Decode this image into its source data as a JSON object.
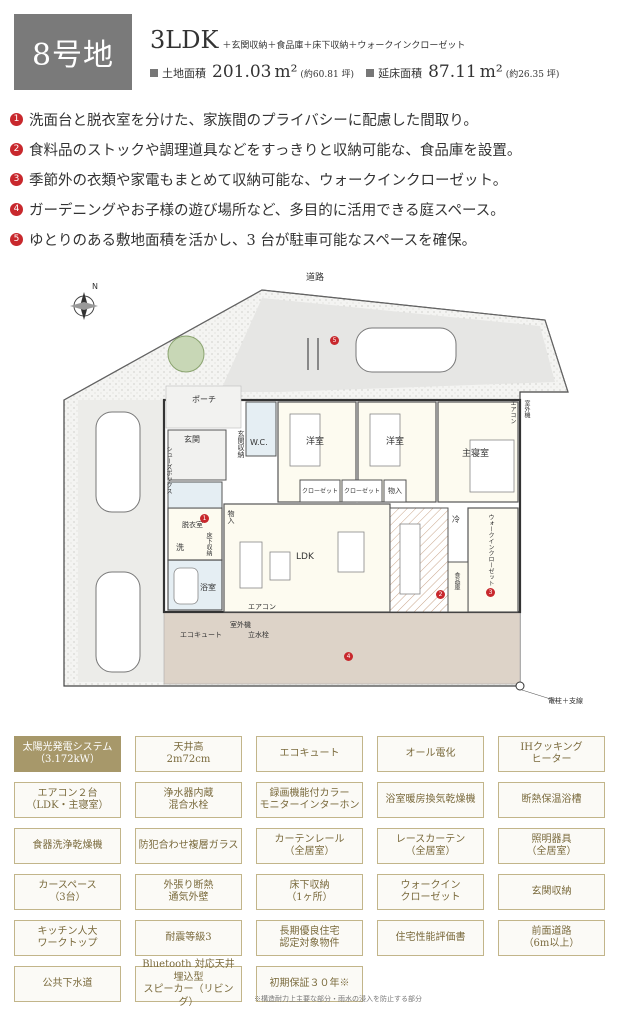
{
  "header": {
    "lot": "8号地",
    "layout": "3LDK",
    "layout_extra": "＋玄関収納＋食品庫＋床下収納＋ウォークインクローゼット",
    "land_label": "土地面積",
    "land_value": "201.03",
    "land_unit": "m²",
    "land_tsubo": "(約60.81 坪)",
    "floor_label": "延床面積",
    "floor_value": "87.11",
    "floor_unit": "m²",
    "floor_tsubo": "(約26.35 坪)"
  },
  "features": [
    {
      "num": "1",
      "text": "洗面台と脱衣室を分けた、家族間のプライバシーに配慮した間取り。"
    },
    {
      "num": "2",
      "text": "食料品のストックや調理道具などをすっきりと収納可能な、食品庫を設置。"
    },
    {
      "num": "3",
      "text": "季節外の衣類や家電もまとめて収納可能な、ウォークインクローゼット。"
    },
    {
      "num": "4",
      "text": "ガーデニングやお子様の遊び場所など、多目的に活用できる庭スペース。"
    },
    {
      "num": "5",
      "text": "ゆとりのある敷地面積を活かし、3 台が駐車可能なスペースを確保。"
    }
  ],
  "plan": {
    "road": "道路",
    "north": "N",
    "porch": "ポーチ",
    "entrance": "玄関",
    "entrance_storage": "玄関収納",
    "wc": "W.C.",
    "shoe_box": "シューズボックス",
    "western1": "洋室",
    "western2": "洋室",
    "master": "主寝室",
    "closet1": "クローゼット",
    "closet2": "クローゼット",
    "storage1": "物入",
    "storage2": "物入",
    "aircon1": "エアコン",
    "aircon2": "エアコン",
    "outdoor_unit1": "室外機",
    "outdoor_unit2": "室外機",
    "dressing": "脱衣室",
    "wash": "洗",
    "underfloor": "床下収納",
    "bath": "浴室",
    "ldk": "LDK",
    "pantry": "食品庫",
    "fridge": "冷",
    "wic": "ウォークインクローゼット",
    "ecocute": "エコキュート",
    "faucet": "立水栓",
    "pole": "電柱＋支線",
    "markers": [
      "1",
      "2",
      "3",
      "4",
      "5"
    ]
  },
  "specs": [
    {
      "label": "太陽光発電システム\n（3.172kW）",
      "highlight": true
    },
    {
      "label": "天井高\n2m72cm",
      "highlight": false
    },
    {
      "label": "エコキュート",
      "highlight": false
    },
    {
      "label": "オール電化",
      "highlight": false
    },
    {
      "label": "IHクッキング\nヒーター",
      "highlight": false
    },
    {
      "label": "エアコン２台\n（LDK・主寝室）",
      "highlight": false
    },
    {
      "label": "浄水器内蔵\n混合水栓",
      "highlight": false
    },
    {
      "label": "録画機能付カラー\nモニターインターホン",
      "highlight": false
    },
    {
      "label": "浴室暖房換気乾燥機",
      "highlight": false
    },
    {
      "label": "断熱保温浴槽",
      "highlight": false
    },
    {
      "label": "食器洗浄乾燥機",
      "highlight": false
    },
    {
      "label": "防犯合わせ複層ガラス",
      "highlight": false
    },
    {
      "label": "カーテンレール\n（全居室）",
      "highlight": false
    },
    {
      "label": "レースカーテン\n（全居室）",
      "highlight": false
    },
    {
      "label": "照明器具\n（全居室）",
      "highlight": false
    },
    {
      "label": "カースペース\n（3台）",
      "highlight": false
    },
    {
      "label": "外張り断熱\n通気外壁",
      "highlight": false
    },
    {
      "label": "床下収納\n（1ヶ所）",
      "highlight": false
    },
    {
      "label": "ウォークイン\nクローゼット",
      "highlight": false
    },
    {
      "label": "玄関収納",
      "highlight": false
    },
    {
      "label": "キッチン人大\nワークトップ",
      "highlight": false
    },
    {
      "label": "耐震等級3",
      "highlight": false
    },
    {
      "label": "長期優良住宅\n認定対象物件",
      "highlight": false
    },
    {
      "label": "住宅性能評価書",
      "highlight": false
    },
    {
      "label": "前面道路\n（6m以上）",
      "highlight": false
    },
    {
      "label": "公共下水道",
      "highlight": false
    },
    {
      "label": "Bluetooth 対応天井埋込型\nスピーカー（リビング）",
      "highlight": false
    },
    {
      "label": "初期保証３０年※",
      "highlight": false
    }
  ],
  "footnote": "※構造耐力上主要な部分・雨水の浸入を防止する部分",
  "colors": {
    "badge": "#7a7a7a",
    "accent_red": "#c8282d",
    "spec_border": "#c2b58a",
    "spec_highlight": "#a7986a",
    "garden": "#ddd3c8"
  }
}
